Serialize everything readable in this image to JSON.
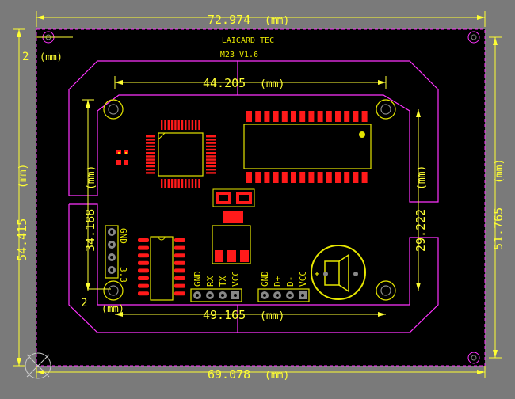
{
  "board": {
    "title": "LAICARD TEC",
    "version": "M23_V1.6",
    "background_color": "#000000",
    "canvas_color": "#7a7a7a",
    "outline_color": "#ff33ff",
    "silk_color": "#e6e600",
    "pad_color": "#ff1a1a",
    "dimension_color": "#ffff33"
  },
  "dimensions": {
    "top_width": "72.974",
    "bottom_width": "69.078",
    "inner_top": "44.205",
    "inner_bottom": "49.165",
    "left_height": "54.415",
    "right_height": "51.765",
    "inner_left": "34.188",
    "inner_right": "29.222",
    "corner_top_left": "2",
    "corner_bottom_left": "2",
    "unit": "(mm)"
  },
  "headers": {
    "uart_pins": [
      "GND",
      "RX",
      "TX",
      "VCC"
    ],
    "usb_pins": [
      "GND",
      "D+",
      "D-",
      "VCC"
    ],
    "side_pins": [
      "GND",
      "3.3"
    ]
  },
  "buzzer": {
    "polarity": "+"
  }
}
